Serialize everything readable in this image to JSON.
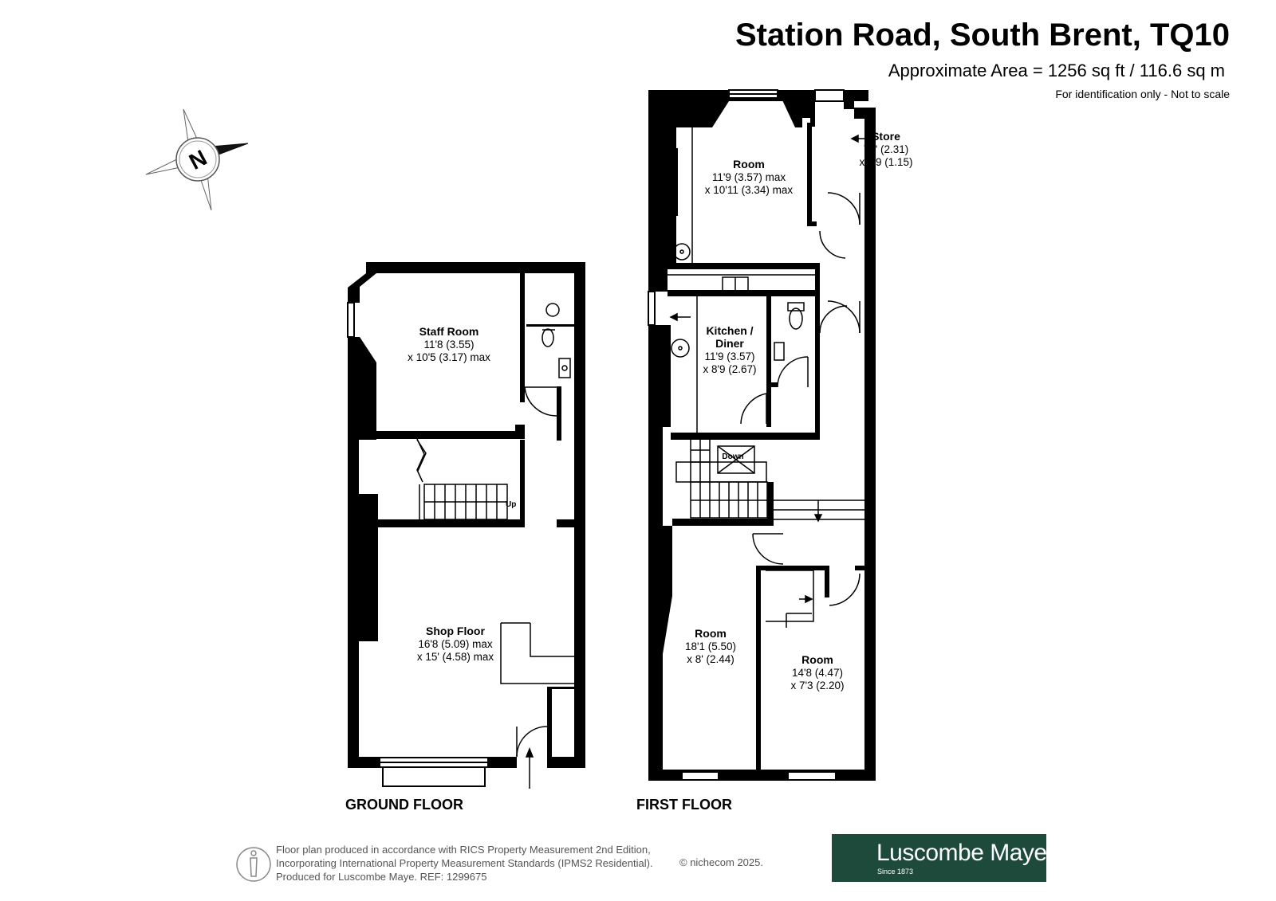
{
  "header": {
    "title": "Station Road, South Brent, TQ10",
    "area": "Approximate Area = 1256 sq ft / 116.6 sq m",
    "disclaimer": "For identification only - Not to scale"
  },
  "compass": {
    "letter": "N"
  },
  "rooms": {
    "staff_room": {
      "name": "Staff Room",
      "dim1": "11'8 (3.55)",
      "dim2": "x 10'5 (3.17) max"
    },
    "shop_floor": {
      "name": "Shop Floor",
      "dim1": "16'8 (5.09) max",
      "dim2": "x 15' (4.58) max"
    },
    "first_room_top": {
      "name": "Room",
      "dim1": "11'9 (3.57) max",
      "dim2": "x 10'11 (3.34) max"
    },
    "store": {
      "name": "Store",
      "dim1": "77' (2.31)",
      "dim2": "x 3'9 (1.15)"
    },
    "kitchen": {
      "name1": "Kitchen /",
      "name2": "Diner",
      "dim1": "11'9 (3.57)",
      "dim2": "x 8'9 (2.67)"
    },
    "first_room_left": {
      "name": "Room",
      "dim1": "18'1 (5.50)",
      "dim2": "x 8' (2.44)"
    },
    "first_room_right": {
      "name": "Room",
      "dim1": "14'8 (4.47)",
      "dim2": "x 7'3 (2.20)"
    }
  },
  "stairs": {
    "up": "Up",
    "down": "Down"
  },
  "floors": {
    "ground": "GROUND FLOOR",
    "first": "FIRST FLOOR"
  },
  "footer": {
    "line1": "Floor plan produced in accordance with RICS Property Measurement 2nd Edition,",
    "line2": "Incorporating International Property Measurement Standards (IPMS2 Residential).",
    "line3": "Produced for Luscombe Maye.   REF:  1299675",
    "copyright": "© nichecom 2025."
  },
  "brand": {
    "name": "Luscombe Maye",
    "since": "Since 1873",
    "color": "#1d4a3b"
  }
}
